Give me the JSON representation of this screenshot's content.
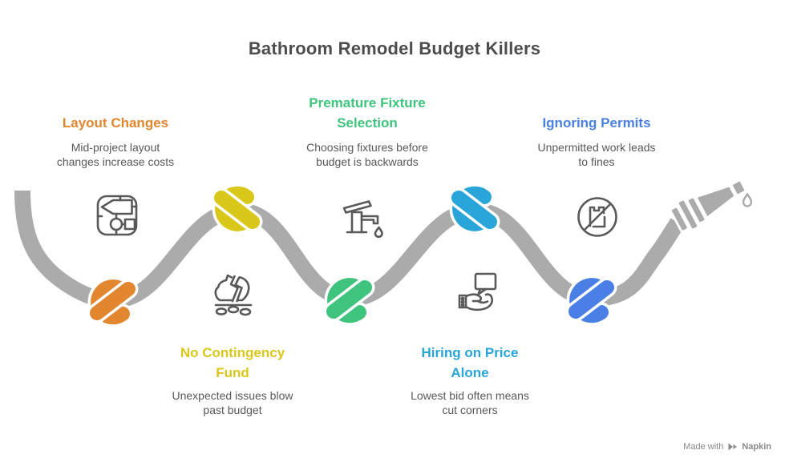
{
  "title": "Bathroom Remodel Budget Killers",
  "colors": {
    "background": "#FFFFFF",
    "title": "#4D4D4D",
    "text": "#595959",
    "icon": "#595959",
    "hose": "#ABABAB",
    "footer": "#8A8A8A"
  },
  "items": [
    {
      "id": "layout-changes",
      "label": "Layout Changes",
      "description": "Mid-project layout changes increase costs",
      "color": "#E2862F",
      "knot_color_name": "orange",
      "icon": "floorplan-icon",
      "position": "top"
    },
    {
      "id": "no-contingency-fund",
      "label": "No Contingency Fund",
      "description": "Unexpected issues blow past budget",
      "color": "#D9C719",
      "knot_color_name": "yellow",
      "icon": "broken-piggy-bank-icon",
      "position": "bottom"
    },
    {
      "id": "premature-fixture-selection",
      "label": "Premature Fixture Selection",
      "description": "Choosing fixtures before budget is backwards",
      "color": "#3EC47D",
      "knot_color_name": "green",
      "icon": "faucet-icon",
      "position": "top"
    },
    {
      "id": "hiring-on-price-alone",
      "label": "Hiring on Price Alone",
      "description": "Lowest bid often means cut corners",
      "color": "#29A5DA",
      "knot_color_name": "cyan",
      "icon": "hand-bid-icon",
      "position": "bottom"
    },
    {
      "id": "ignoring-permits",
      "label": "Ignoring Permits",
      "description": "Unpermitted work leads to fines",
      "color": "#4A80E6",
      "knot_color_name": "blue",
      "icon": "no-permit-icon",
      "position": "top"
    }
  ],
  "footer": {
    "made_with_label": "Made with",
    "brand": "Napkin"
  }
}
